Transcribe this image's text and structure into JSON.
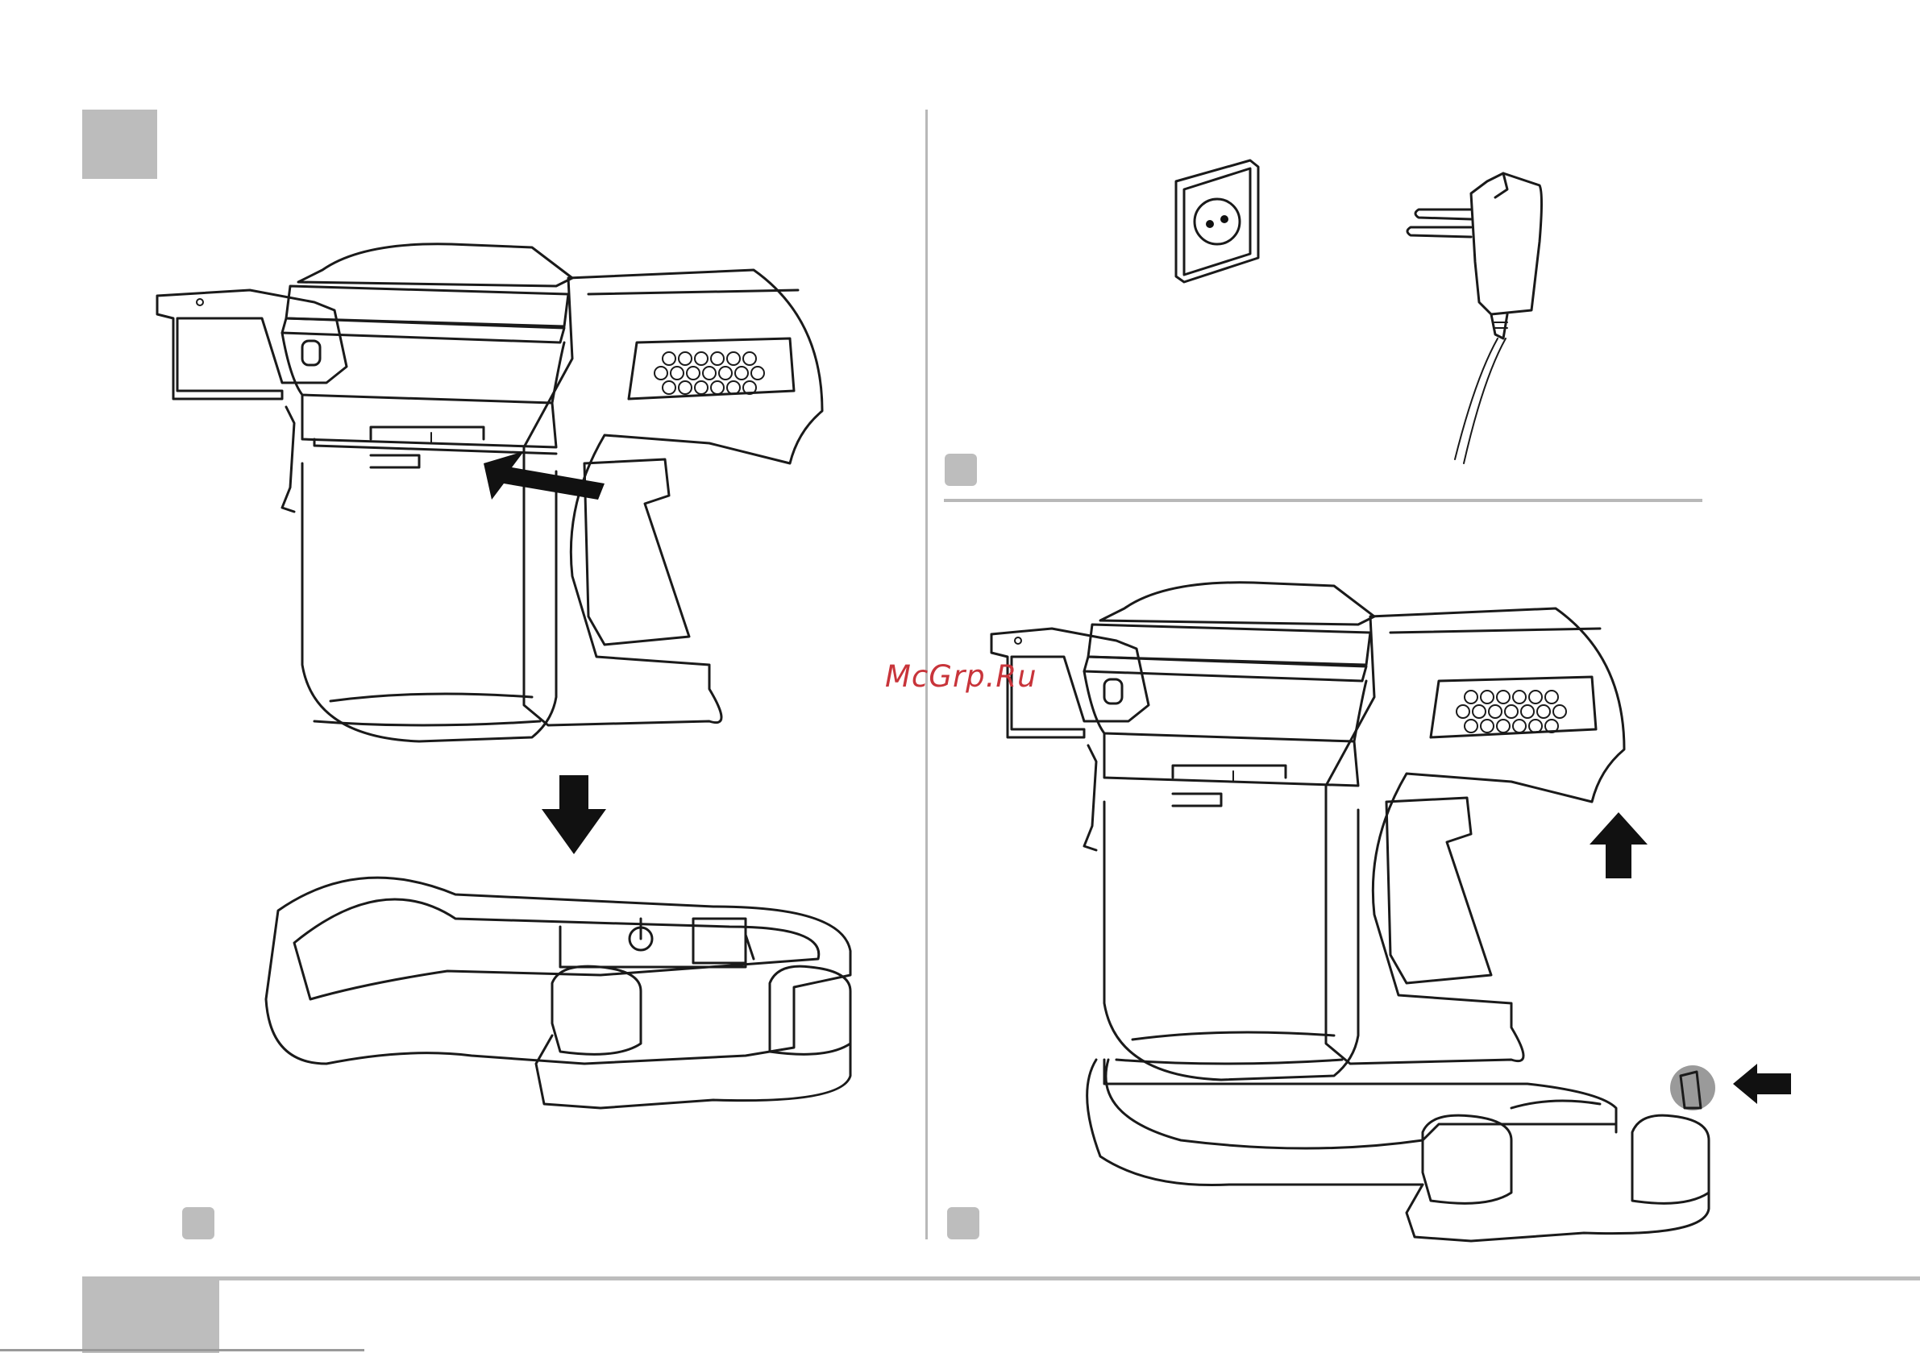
{
  "watermark": {
    "text": "McGrp.Ru",
    "color": "#c8343a"
  },
  "colors": {
    "marker_gray": "#bdbdbd",
    "divider_gray": "#b8b8b8",
    "line_art": "#1a1a1a"
  },
  "icons": [
    "vacuum-handheld-illustration",
    "charging-base-illustration",
    "wall-socket-icon",
    "power-adapter-plug-icon",
    "arrow-down-icon",
    "arrow-up-icon",
    "arrow-left-icon",
    "arrow-press-icon"
  ]
}
